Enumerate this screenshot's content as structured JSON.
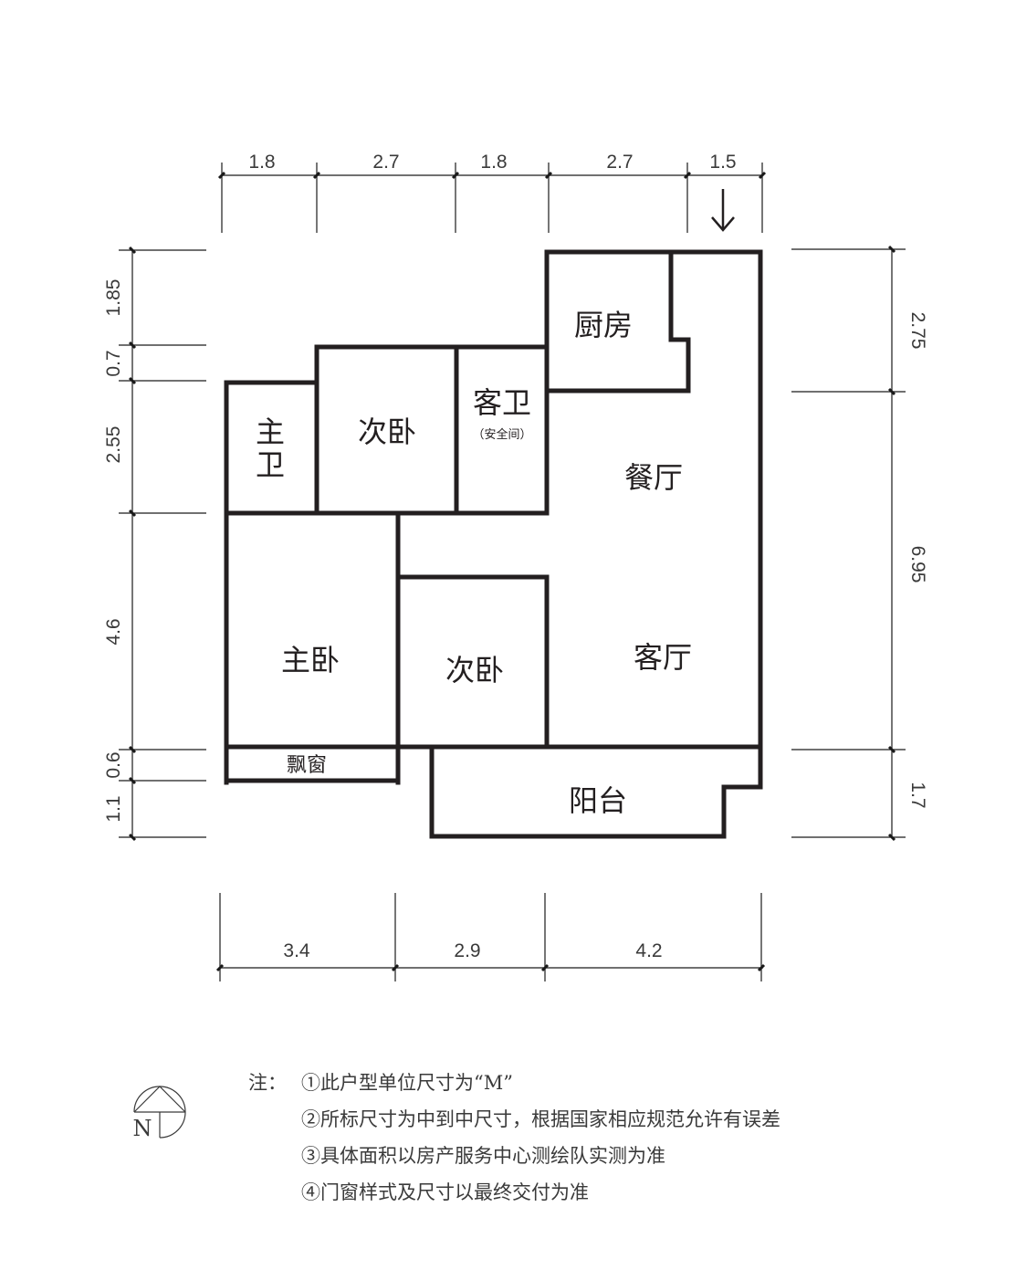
{
  "floorplan": {
    "colors": {
      "wall": "#231f20",
      "dimension_line": "#1a1a1a",
      "text": "#231f20",
      "background": "#ffffff"
    },
    "entrance_arrow": "arrow-down",
    "dimensions": {
      "top": [
        "1.8",
        "2.7",
        "1.8",
        "2.7",
        "1.5"
      ],
      "bottom": [
        "3.4",
        "2.9",
        "4.2"
      ],
      "left": [
        "1.85",
        "0.7",
        "2.55",
        "4.6",
        "0.6",
        "1.1"
      ],
      "right": [
        "2.75",
        "6.95",
        "1.7"
      ]
    },
    "rooms": {
      "kitchen": "厨房",
      "guest_bath": "客卫",
      "guest_bath_note": "（安全间）",
      "master_bath_1": "主",
      "master_bath_2": "卫",
      "second_bedroom_top": "次卧",
      "dining": "餐厅",
      "master_bedroom": "主卧",
      "second_bedroom_bottom": "次卧",
      "living": "客厅",
      "bay_window": "飘窗",
      "balcony": "阳台"
    },
    "compass": {
      "label": "N"
    }
  },
  "notes": {
    "prefix": "注：",
    "items": [
      "①此户型单位尺寸为“M”",
      "②所标尺寸为中到中尺寸，根据国家相应规范允许有误差",
      "③具体面积以房产服务中心测绘队实测为准",
      "④门窗样式及尺寸以最终交付为准"
    ]
  }
}
